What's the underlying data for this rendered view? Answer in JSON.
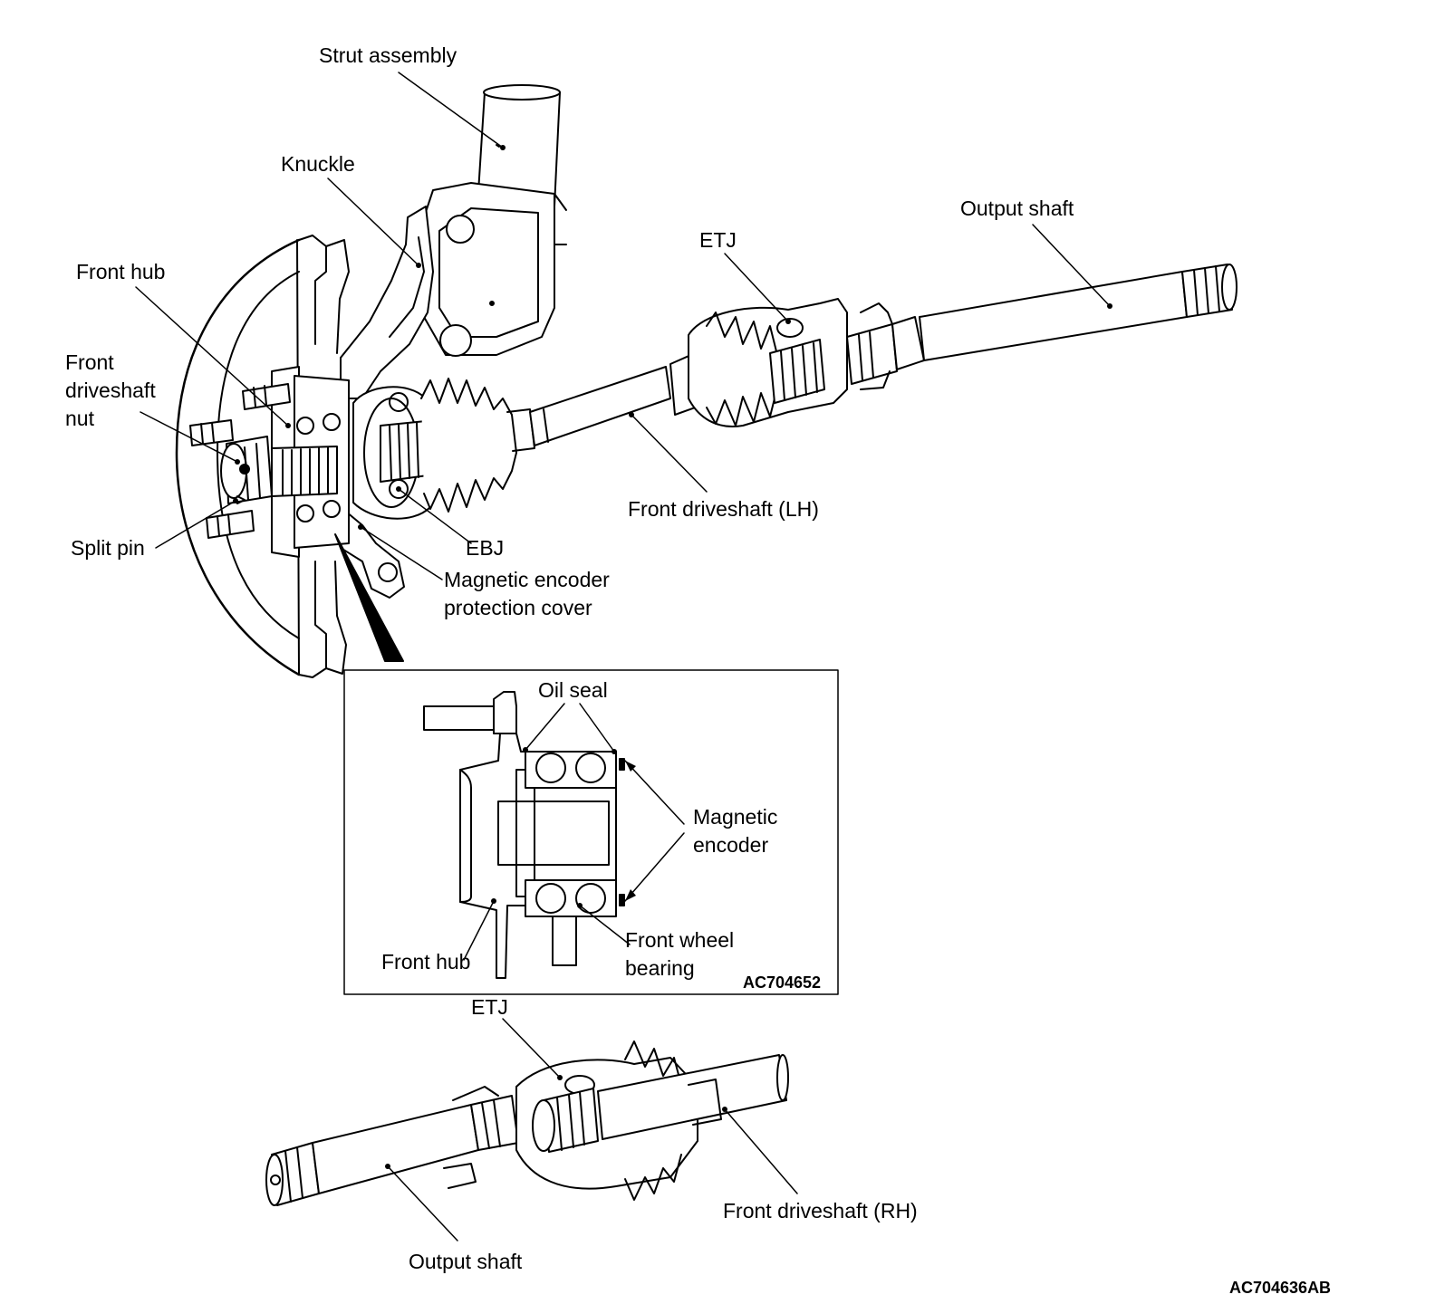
{
  "labels": {
    "strut_assembly": "Strut assembly",
    "knuckle": "Knuckle",
    "front_hub": "Front hub",
    "front_driveshaft_nut": "Front\ndriveshaft\nnut",
    "split_pin": "Split pin",
    "etj_top": "ETJ",
    "output_shaft_top": "Output shaft",
    "front_driveshaft_lh": "Front driveshaft (LH)",
    "ebj": "EBJ",
    "magnetic_encoder_protection_cover": "Magnetic encoder\nprotection cover",
    "inset_oil_seal": "Oil seal",
    "inset_magnetic_encoder": "Magnetic\nencoder",
    "inset_front_hub": "Front hub",
    "inset_front_wheel_bearing": "Front wheel\nbearing",
    "inset_code": "AC704652",
    "etj_bottom": "ETJ",
    "front_driveshaft_rh": "Front driveshaft (RH)",
    "output_shaft_bottom": "Output shaft",
    "figure_code": "AC704636AB"
  },
  "colors": {
    "line": "#000000",
    "background": "#ffffff",
    "fill": "#ffffff",
    "shade": "#e8e8e8"
  }
}
